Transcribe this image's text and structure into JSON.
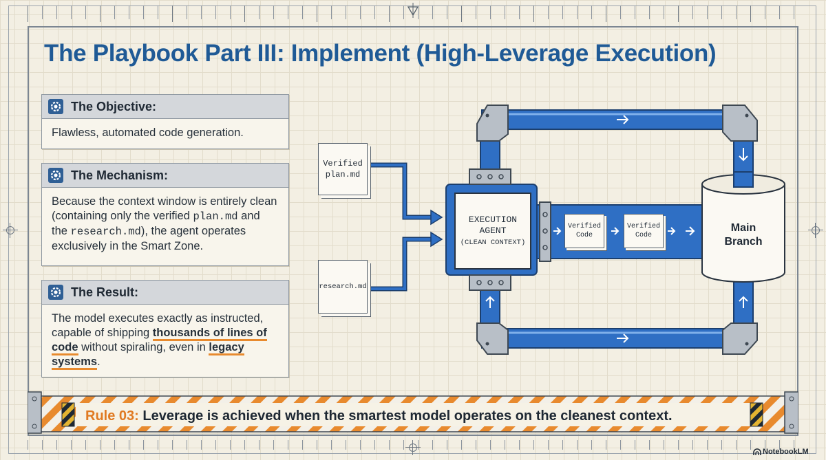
{
  "title": "The Playbook Part III: Implement (High-Leverage Execution)",
  "cards": [
    {
      "heading": "The Objective:",
      "body": "Flawless, automated code generation."
    },
    {
      "heading": "The Mechanism:",
      "body_parts": [
        "Because the context window is entirely clean (containing only the verified ",
        "plan.md",
        " and the ",
        "research.md",
        "), the agent operates exclusively in the Smart Zone."
      ]
    },
    {
      "heading": "The Result:",
      "body_parts": [
        "The model executes exactly as instructed, capable of shipping ",
        "thousands of lines of code",
        " without spiraling, even in ",
        "legacy systems",
        "."
      ]
    }
  ],
  "diagram": {
    "input_doc_1": [
      "Verified",
      "plan.md"
    ],
    "input_doc_2": "research.md",
    "agent": {
      "line1": "EXECUTION",
      "line2": "AGENT",
      "line3": "(CLEAN CONTEXT)"
    },
    "output_1": [
      "Verified",
      "Code"
    ],
    "output_2": [
      "Verified",
      "Code"
    ],
    "destination": [
      "Main",
      "Branch"
    ]
  },
  "rule": {
    "number": "Rule 03:",
    "text": "Leverage is achieved when the smartest model operates on the cleanest context."
  },
  "brand": "NotebookLM",
  "colors": {
    "title": "#1f5a96",
    "pipe": "#2f6fc4",
    "accent": "#e88a2e"
  }
}
